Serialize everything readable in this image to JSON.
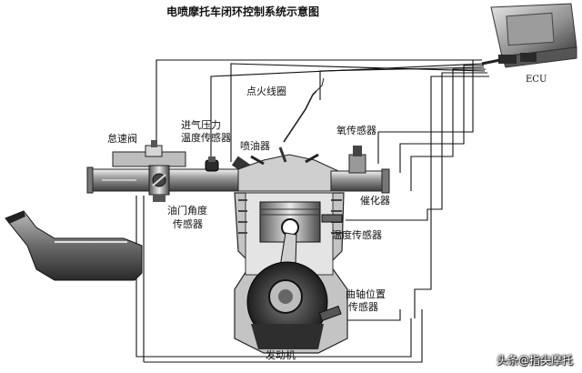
{
  "title": "电喷摩托车闭环控制系统示意图",
  "ecu": "ECU",
  "labels": {
    "idle_valve": "怠速阀",
    "intake_sensor_line1": "进气压力",
    "intake_sensor_line2": "温度传感器",
    "injector": "喷油器",
    "ignition_coil": "点火线圈",
    "oxygen_sensor": "氧传感器",
    "catalyst": "催化器",
    "throttle_sensor_line1": "油门角度",
    "throttle_sensor_line2": "传感器",
    "temp_sensor": "温度传感器",
    "crank_sensor_line1": "曲轴位置",
    "crank_sensor_line2": "传感器",
    "engine": "发动机"
  },
  "watermark": "头条@指尖摩托"
}
